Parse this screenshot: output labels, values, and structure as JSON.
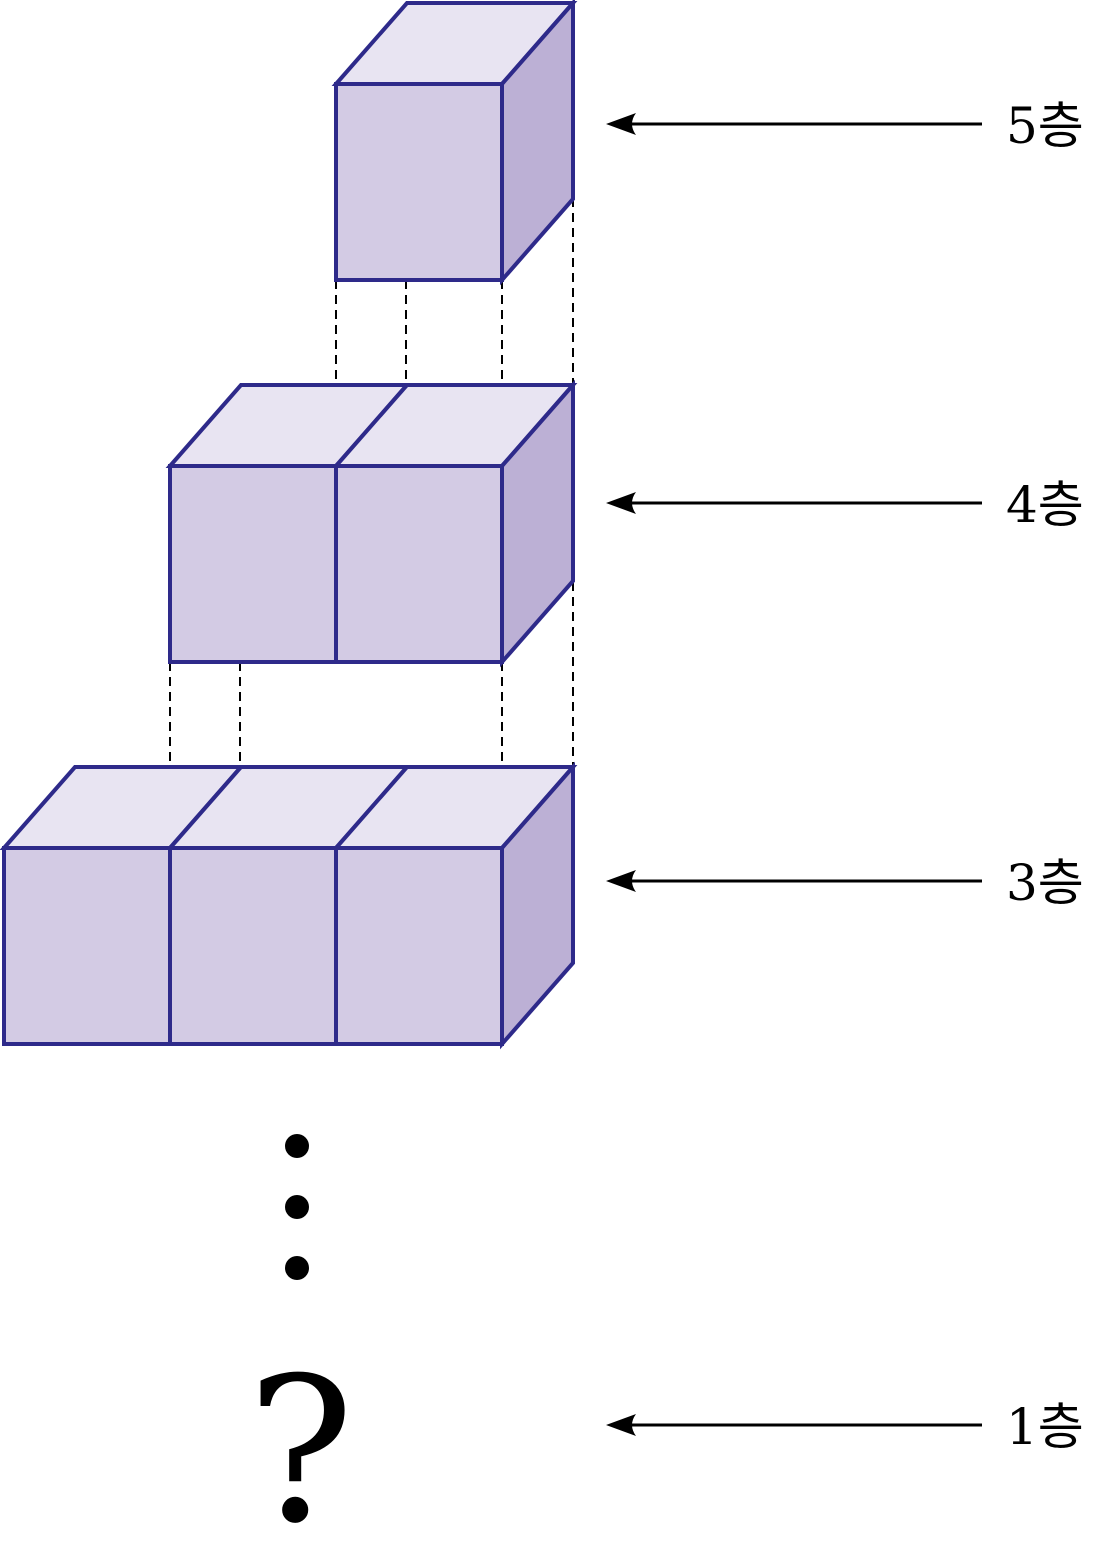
{
  "colors": {
    "cube_front": "#d3cbe4",
    "cube_top": "#e8e4f2",
    "cube_side": "#bcb0d5",
    "cube_edge": "#2e2a8a",
    "ink": "#000000"
  },
  "floors": [
    {
      "floor": 5,
      "label": "5층",
      "cubes": 1
    },
    {
      "floor": 4,
      "label": "4층",
      "cubes": 2
    },
    {
      "floor": 3,
      "label": "3층",
      "cubes": 3
    },
    {
      "floor": 1,
      "label": "1층",
      "cubes": null
    }
  ],
  "continuation": "⋮",
  "unknown_mark": "?"
}
